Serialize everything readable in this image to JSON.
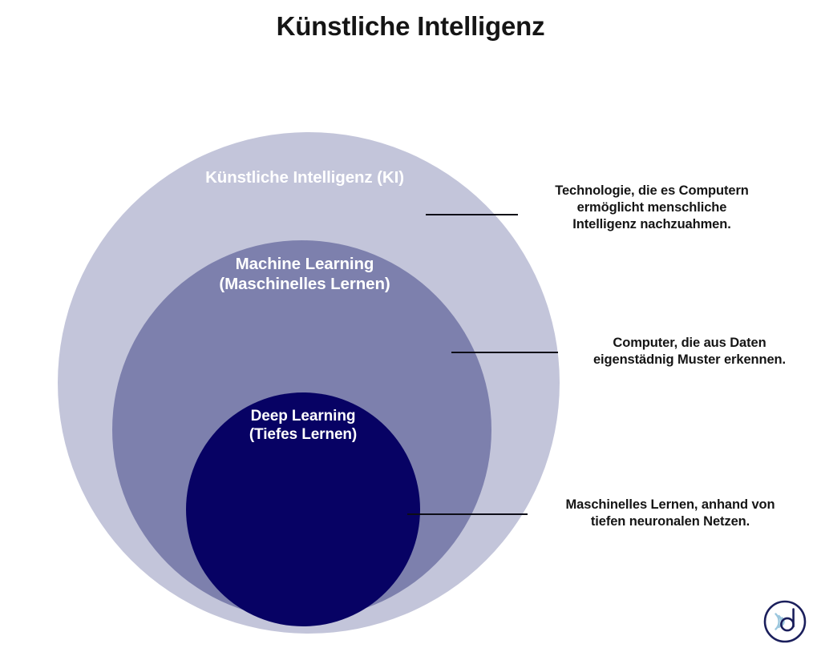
{
  "title": "Künstliche Intelligenz",
  "colors": {
    "outer_ring": "#c3c5da",
    "middle_ring": "#7d80ad",
    "inner_ring": "#070264",
    "text_dark": "#151515",
    "text_light": "#ffffff",
    "logo_navy": "#1b1f5c",
    "logo_wave": "#9cc7de"
  },
  "chart_data": {
    "type": "diagram",
    "subtype": "nested-circles",
    "title": "Künstliche Intelligenz",
    "levels": [
      {
        "id": "ai",
        "label": "Künstliche Intelligenz (KI)",
        "description": "Technologie, die es Computern ermöglicht menschliche Intelligenz nachzuahmen.",
        "color": "#c3c5da",
        "depth": 1
      },
      {
        "id": "ml",
        "label": "Machine Learning\n(Maschinelles Lernen)",
        "description": "Computer, die aus Daten eigenstädnig Muster erkennen.",
        "color": "#7d80ad",
        "depth": 2
      },
      {
        "id": "dl",
        "label": "Deep Learning\n(Tiefes Lernen)",
        "description": "Maschinelles Lernen, anhand von tiefen neuronalen Netzen.",
        "color": "#070264",
        "depth": 3
      }
    ]
  },
  "rings": {
    "ai": {
      "label": "Künstliche Intelligenz (KI)"
    },
    "ml": {
      "label": "Machine Learning\n(Maschinelles Lernen)"
    },
    "dl": {
      "label": "Deep Learning\n(Tiefes Lernen)"
    }
  },
  "callouts": {
    "ai": {
      "text": "Technologie, die es Computern\nermöglicht menschliche\nIntelligenz nachzuahmen."
    },
    "ml": {
      "text": "Computer, die aus Daten\neigenstädnig Muster erkennen."
    },
    "dl": {
      "text": "Maschinelles Lernen, anhand von\ntiefen neuronalen Netzen."
    }
  },
  "logo": {
    "name": "d-wave-logo",
    "letter": "d"
  }
}
